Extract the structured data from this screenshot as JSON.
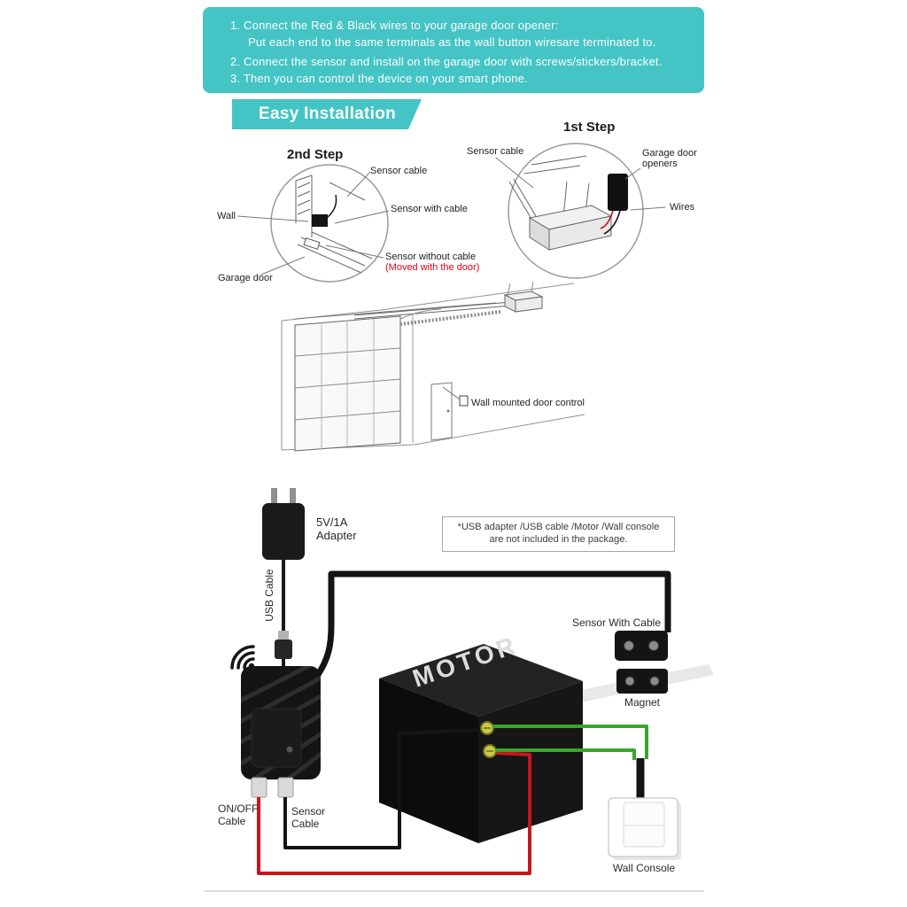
{
  "colors": {
    "teal": "#44c4c5",
    "red_text": "#e60012",
    "red_wire": "#c8151c",
    "green_wire": "#3aa52c",
    "cable_black": "#141414"
  },
  "banner": {
    "line1": "1.  Connect the Red & Black wires to your garage door opener:",
    "line2": "Put each end to the same terminals as the wall button wiresare terminated to.",
    "line3": "2.  Connect the sensor and install on the garage door with screws/stickers/bracket.",
    "line4": "3.  Then you can control the device on your smart phone."
  },
  "header": {
    "title": "Easy Installation"
  },
  "step2": {
    "title": "2nd Step",
    "sensor_cable": "Sensor cable",
    "wall": "Wall",
    "sensor_with_cable": "Sensor with cable",
    "sensor_without_cable": "Sensor without cable",
    "moved_with_door": "(Moved with the door)",
    "garage_door": "Garage door"
  },
  "step1": {
    "title": "1st Step",
    "sensor_cable": "Sensor cable",
    "garage_door_openers": "Garage door openers",
    "wires": "Wires"
  },
  "garage": {
    "wall_control": "Wall mounted door control"
  },
  "wiring": {
    "adapter": "5V/1A Adapter",
    "usb_cable": "USB Cable",
    "note_line1": "*USB adapter /USB cable /Motor /Wall console",
    "note_line2": "are not included in the package.",
    "sensor_with_cable": "Sensor With Cable",
    "magnet": "Magnet",
    "motor": "MOTOR",
    "onoff_cable": "ON/OFF Cable",
    "sensor_cable": "Sensor Cable",
    "wall_console": "Wall Console"
  }
}
